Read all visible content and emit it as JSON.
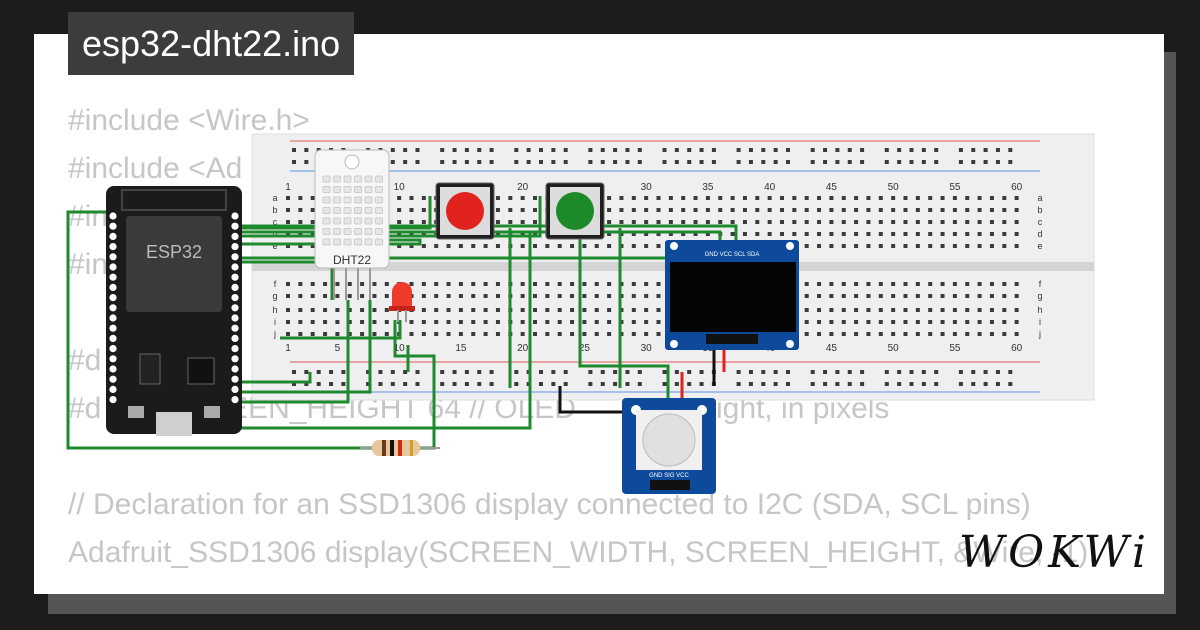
{
  "title": "esp32-dht22.ino",
  "code_lines": [
    "#include <Wire.h>",
    "#include <Ad",
    "#in",
    "#in",
    "#d",
    "#d          CREEN_HEIGHT 64 // OLED          y height, in pixels",
    "",
    "// Declaration for an SSD1306 display connected to I2C (SDA, SCL pins)",
    "Adafruit_SSD1306 display(SCREEN_WIDTH, SCREEN_HEIGHT, &Wire, -1);"
  ],
  "breadboard": {
    "column_numbers": [
      "1",
      "5",
      "10",
      "15",
      "20",
      "25",
      "30",
      "35",
      "40",
      "45",
      "50",
      "55",
      "60"
    ],
    "row_letters_top": [
      "a",
      "b",
      "c",
      "d",
      "e"
    ],
    "row_letters_bottom": [
      "f",
      "g",
      "h",
      "i",
      "j"
    ]
  },
  "components": {
    "esp32_label": "ESP32",
    "dht22_label": "DHT22",
    "oled_pins": "GND VCC SCL SDA",
    "pot_pins": "GND SIG VCC"
  },
  "logo_text": "WOKWi",
  "colors": {
    "wire_green": "#1e8a2e",
    "wire_red": "#e0231d",
    "wire_black": "#111111",
    "button_red": "#e0231d",
    "button_green": "#1d8a2a",
    "esp32_board": "#1b1b1b",
    "oled_board": "#0d4a9c"
  }
}
